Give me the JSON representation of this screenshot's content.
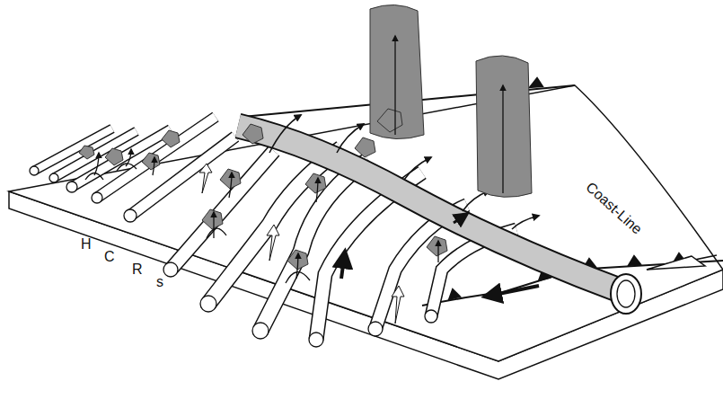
{
  "diagram": {
    "labels": [
      "H",
      "C",
      "R",
      "s",
      "Coast-Line"
    ]
  }
}
